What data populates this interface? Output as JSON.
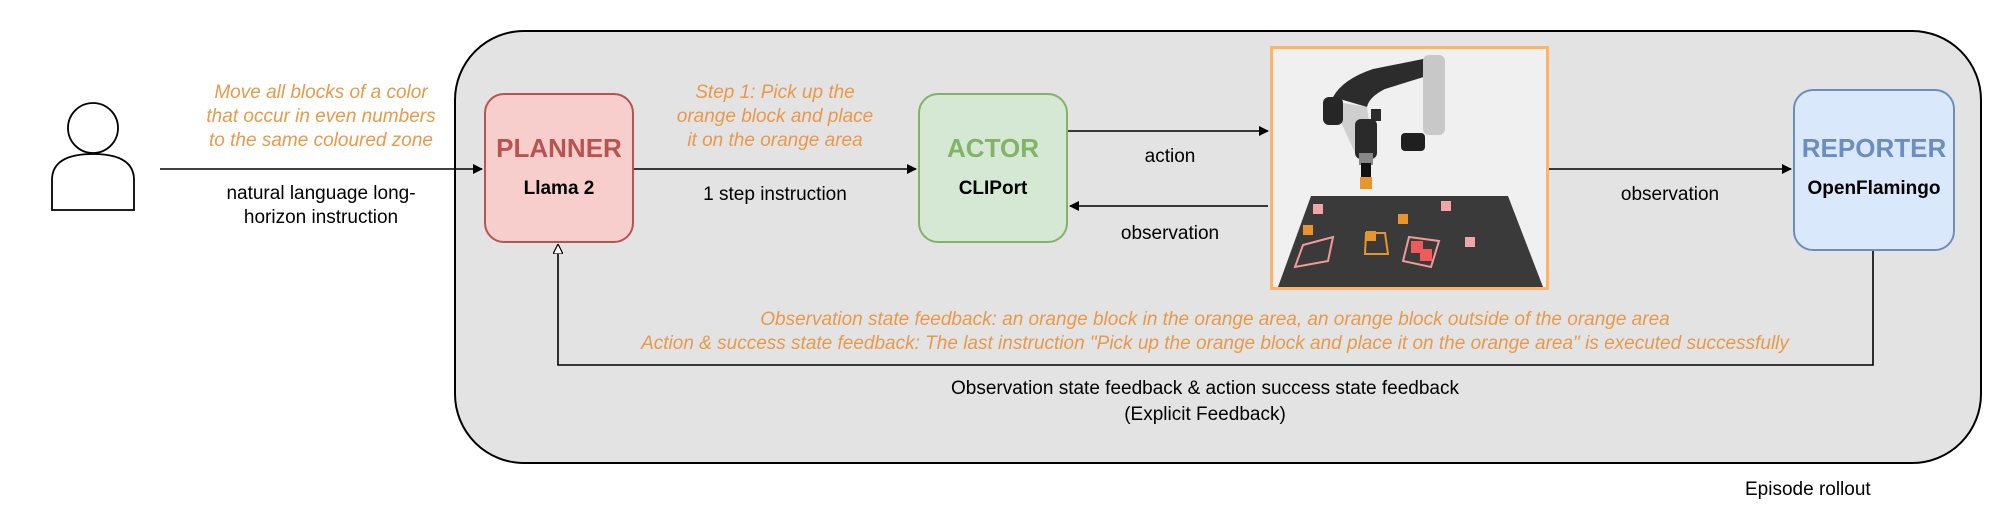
{
  "user_instruction": {
    "quote": [
      "Move all blocks of a color",
      "that occur in even numbers",
      "to the same coloured zone"
    ],
    "caption": [
      "natural language long-",
      "horizon instruction"
    ]
  },
  "planner": {
    "title": "PLANNER",
    "model": "Llama 2"
  },
  "planner_to_actor": {
    "quote": [
      "Step 1: Pick up the",
      "orange block and place",
      "it on the orange area"
    ],
    "caption": "1 step instruction"
  },
  "actor": {
    "title": "ACTOR",
    "model": "CLIPort"
  },
  "actor_to_env": {
    "action_label": "action",
    "observation_label": "observation"
  },
  "env_to_reporter": {
    "observation_label": "observation"
  },
  "reporter": {
    "title": "REPORTER",
    "model": "OpenFlamingo"
  },
  "feedback": {
    "observation_line": "Observation state feedback: an orange block in the orange area, an orange block outside of the orange area",
    "action_line": "Action & success state feedback: The last instruction \"Pick up the orange block and place it on the orange area\" is executed successfully",
    "caption_line1": "Observation state feedback & action success state feedback",
    "caption_line2": "(Explicit Feedback)"
  },
  "episode_label": "Episode rollout",
  "colors": {
    "orange_text": "#E8994A",
    "planner_fill": "#f8cecc",
    "planner_stroke": "#b85450",
    "actor_fill": "#d5e8d4",
    "actor_stroke": "#82b366",
    "reporter_fill": "#dae8fc",
    "reporter_stroke": "#6c8ebf",
    "scene_border": "#FFB366"
  }
}
